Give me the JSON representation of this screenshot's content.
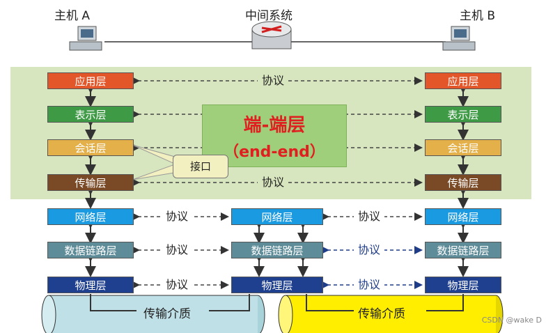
{
  "hosts": {
    "a": "主机 A",
    "mid": "中间系统",
    "b": "主机 B"
  },
  "layers": {
    "app": "应用层",
    "pres": "表示层",
    "sess": "会话层",
    "trans": "传输层",
    "net": "网络层",
    "link": "数据链路层",
    "phys": "物理层"
  },
  "protocol_label": "协议",
  "interface_label": "接口",
  "end_end": {
    "title": "端-端层",
    "subtitle": "（end-end）"
  },
  "medium_label": "传输介质",
  "watermark": "CSDN @wake D",
  "colors": {
    "green_band": "#d7e6be",
    "app": "#e2562a",
    "pres": "#3f9a45",
    "sess": "#e3b04a",
    "trans": "#7a4a26",
    "net": "#1a9ae0",
    "link": "#5e8c99",
    "phys": "#1f3f8f",
    "cyl_left": "#bfe0e6",
    "cyl_right": "#ffee00",
    "end_end_box": "#9fcf7a",
    "end_end_text": "#e02020"
  }
}
